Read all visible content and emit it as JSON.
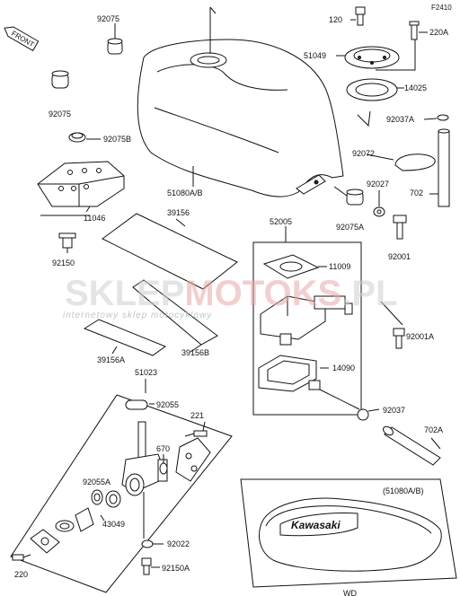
{
  "diagram": {
    "figure_ref": "F2410",
    "front_badge": "FRONT",
    "watermark": {
      "brand_a": "SKLEP",
      "brand_b": "MOTO",
      "brand_c": "KS",
      "domain": ".PL",
      "tagline": "internetowy sklep motocyklowy"
    },
    "emblem_text": "Kawasaki",
    "labels": {
      "p92075_top": "92075",
      "p92075_left": "92075",
      "p92075b": "92075B",
      "p11046": "11046",
      "p92150": "92150",
      "p51080ab": "51080A/B",
      "p39156": "39156",
      "p39156b": "39156B",
      "p39156a": "39156A",
      "p120": "120",
      "p220a": "220A",
      "p51049": "51049",
      "p14025": "14025",
      "p92037a": "92037A",
      "p92072": "92072",
      "p92027": "92027",
      "p702": "702",
      "p92075a": "92075A",
      "p92001": "92001",
      "p52005": "52005",
      "p11009": "11009",
      "p92001a": "92001A",
      "p14090": "14090",
      "p92037": "92037",
      "p702a": "702A",
      "p51023": "51023",
      "p92055": "92055",
      "p221": "221",
      "p670": "670",
      "p92055a": "92055A",
      "p43049": "43049",
      "p92022": "92022",
      "p220": "220",
      "p92150a": "92150A",
      "inset_title": "(51080A/B)",
      "inset_caption": "WD"
    }
  }
}
